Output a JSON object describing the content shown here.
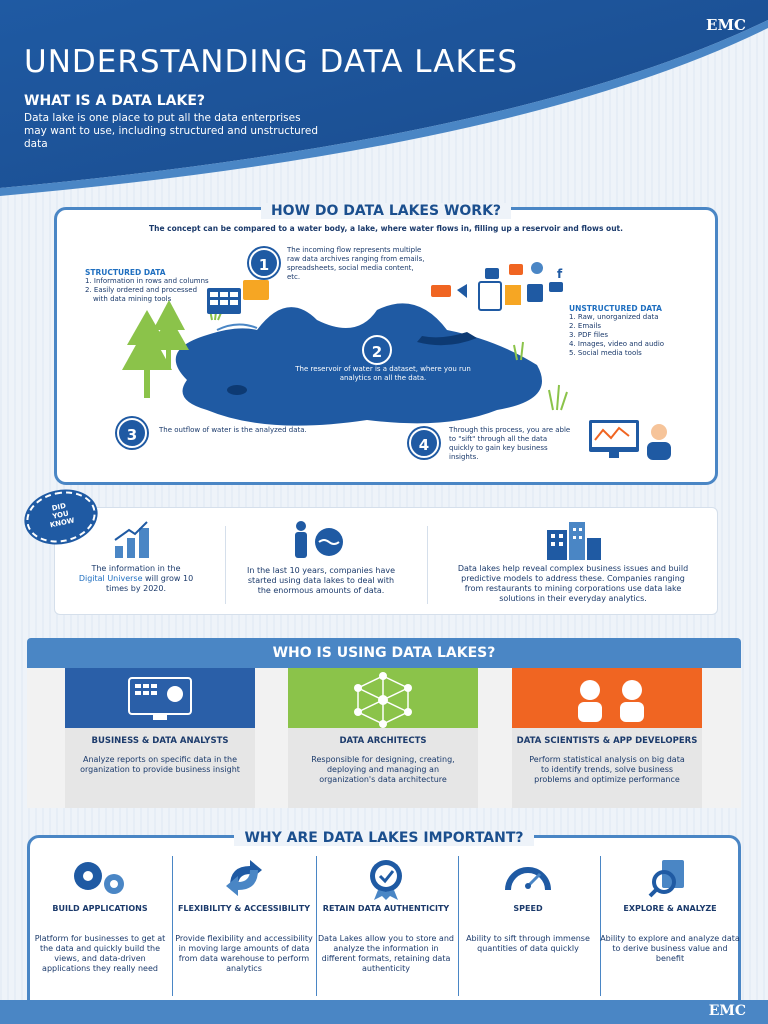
{
  "brand": "EMC",
  "title": "UNDERSTANDING DATA LAKES",
  "what": {
    "heading": "WHAT IS A DATA LAKE?",
    "text": "Data lake is one place to put all the data enterprises may want to use, including structured and unstructured data"
  },
  "how": {
    "heading": "HOW DO DATA LAKES WORK?",
    "description": "The concept can be compared to a water body, a lake, where water flows in, filling up a reservoir and flows out.",
    "structured": {
      "label": "STRUCTURED DATA",
      "items": [
        "1. Information in rows and columns",
        "2. Easily ordered and processed",
        "with data mining tools"
      ]
    },
    "unstructured": {
      "label": "UNSTRUCTURED DATA",
      "items": [
        "1. Raw, unorganized data",
        "2. Emails",
        "3. PDF files",
        "4. Images, video and audio",
        "5. Social media tools"
      ]
    },
    "steps": [
      {
        "num": "1",
        "text": "The incoming flow represents multiple raw data archives ranging from emails, spreadsheets, social media content, etc."
      },
      {
        "num": "2",
        "text": "The reservoir of water is a dataset, where you run analytics on all the data."
      },
      {
        "num": "3",
        "text": "The outflow of water is the analyzed data."
      },
      {
        "num": "4",
        "text": "Through this process, you are able to \"sift\" through all the data quickly to gain key business insights."
      }
    ]
  },
  "dyk": {
    "badge": [
      "DID",
      "YOU",
      "KNOW"
    ],
    "fact1_pre": "The information in the",
    "fact1_link": "Digital Universe",
    "fact1_post": "will grow 10 times by 2020.",
    "fact2": "In the last 10 years, companies have started using data lakes to deal with the enormous amounts of data.",
    "fact3": "Data lakes help reveal complex business issues and build predictive models to address these. Companies ranging from restaurants to mining corporations use data lake solutions in their everyday analytics."
  },
  "who": {
    "heading": "WHO IS USING DATA LAKES?",
    "cards": [
      {
        "name": "BUSINESS & DATA ANALYSTS",
        "desc": "Analyze reports on specific data in the organization to provide business insight",
        "color": "#2a5fa8"
      },
      {
        "name": "DATA ARCHITECTS",
        "desc": "Responsible for designing, creating, deploying and managing an organization's data architecture",
        "color": "#8bc34a"
      },
      {
        "name": "DATA SCIENTISTS & APP DEVELOPERS",
        "desc": "Perform statistical analysis on big data to identify trends, solve business problems and optimize performance",
        "color": "#f06522"
      }
    ]
  },
  "why": {
    "heading": "WHY ARE DATA LAKES IMPORTANT?",
    "items": [
      {
        "name": "BUILD APPLICATIONS",
        "desc": "Platform for businesses to get at the data and quickly build the views, and data-driven applications they really need"
      },
      {
        "name": "FLEXIBILITY & ACCESSIBILITY",
        "desc": "Provide flexibility and accessibility in moving large amounts of data from data warehouse to perform analytics"
      },
      {
        "name": "RETAIN DATA AUTHENTICITY",
        "desc": "Data Lakes allow you to store and analyze the information in different formats, retaining data authenticity"
      },
      {
        "name": "SPEED",
        "desc": "Ability to sift through immense quantities of data quickly"
      },
      {
        "name": "EXPLORE & ANALYZE",
        "desc": "Ability to explore and analyze data to derive business value and benefit"
      }
    ]
  },
  "colors": {
    "primary": "#1f5aa3",
    "accent": "#4a86c5",
    "green": "#8bc34a",
    "orange": "#f06522"
  }
}
